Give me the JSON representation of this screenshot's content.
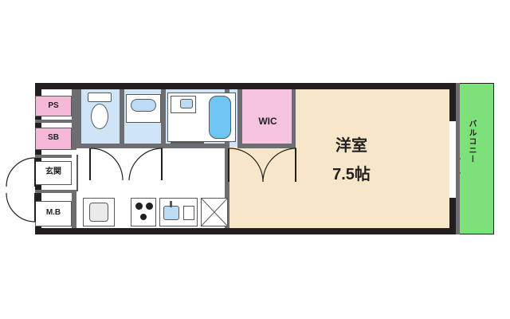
{
  "plan": {
    "type": "apartment-floor-plan",
    "rooms": [
      {
        "id": "washitsu",
        "label": "洋室",
        "size_label": "7.5帖",
        "fill": "#f7e7c8"
      },
      {
        "id": "wic",
        "label": "WIC",
        "fill": "#f6c3e0"
      },
      {
        "id": "balcony",
        "label": "バルコニー",
        "fill": "#7de07a"
      },
      {
        "id": "ps",
        "label": "PS",
        "fill": "#f4b8d8"
      },
      {
        "id": "sb",
        "label": "SB",
        "fill": "#f4b8d8"
      },
      {
        "id": "genkan",
        "label": "玄関",
        "fill": "#ffffff"
      },
      {
        "id": "mb",
        "label": "M.B",
        "fill": "#ffffff"
      }
    ],
    "fixtures": [
      {
        "id": "toilet",
        "name": "toilet-fixture"
      },
      {
        "id": "washbasin",
        "name": "washbasin-fixture"
      },
      {
        "id": "bathtub",
        "name": "bathtub-fixture"
      },
      {
        "id": "washing-machine",
        "name": "washing-machine-space"
      },
      {
        "id": "sink",
        "name": "kitchen-sink"
      },
      {
        "id": "stove",
        "name": "stove-range"
      },
      {
        "id": "shoe-box",
        "name": "shoe-box"
      }
    ],
    "colors": {
      "wall": "#231f20",
      "wall_gray": "#6d6e71",
      "room_beige": "#f7e7c8",
      "water_blue": "#cfe4f5",
      "pink": "#f4b8d8",
      "balcony_green": "#7de07a",
      "tub_blue": "#6ec6f2"
    }
  }
}
